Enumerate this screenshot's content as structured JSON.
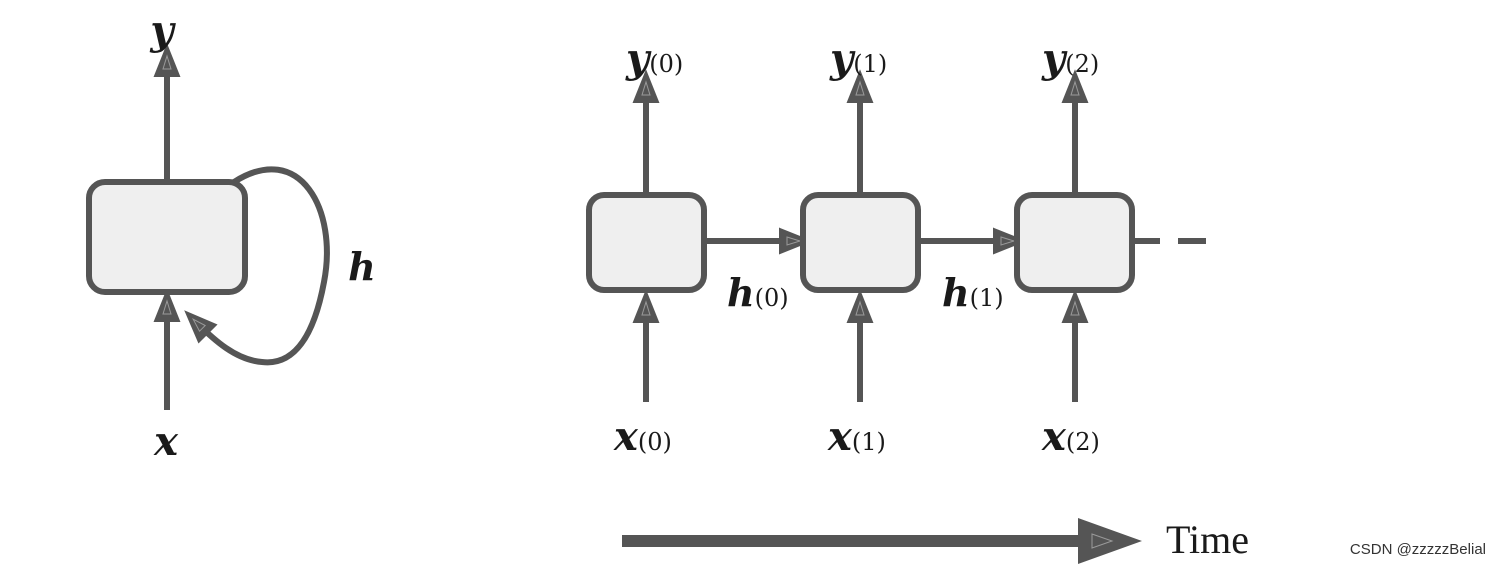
{
  "folded": {
    "output": "y",
    "input": "x",
    "state": "h"
  },
  "unrolled": {
    "steps": [
      {
        "output": "y",
        "output_sub": "(0)",
        "input": "x",
        "input_sub": "(0)"
      },
      {
        "output": "y",
        "output_sub": "(1)",
        "input": "x",
        "input_sub": "(1)"
      },
      {
        "output": "y",
        "output_sub": "(2)",
        "input": "x",
        "input_sub": "(2)"
      }
    ],
    "states": [
      {
        "name": "h",
        "sub": "(0)"
      },
      {
        "name": "h",
        "sub": "(1)"
      }
    ]
  },
  "time_label": "Time",
  "watermark": "CSDN @zzzzzBelial",
  "colors": {
    "stroke": "#555555",
    "box_fill": "#efefef",
    "text": "#1a1a1a"
  }
}
